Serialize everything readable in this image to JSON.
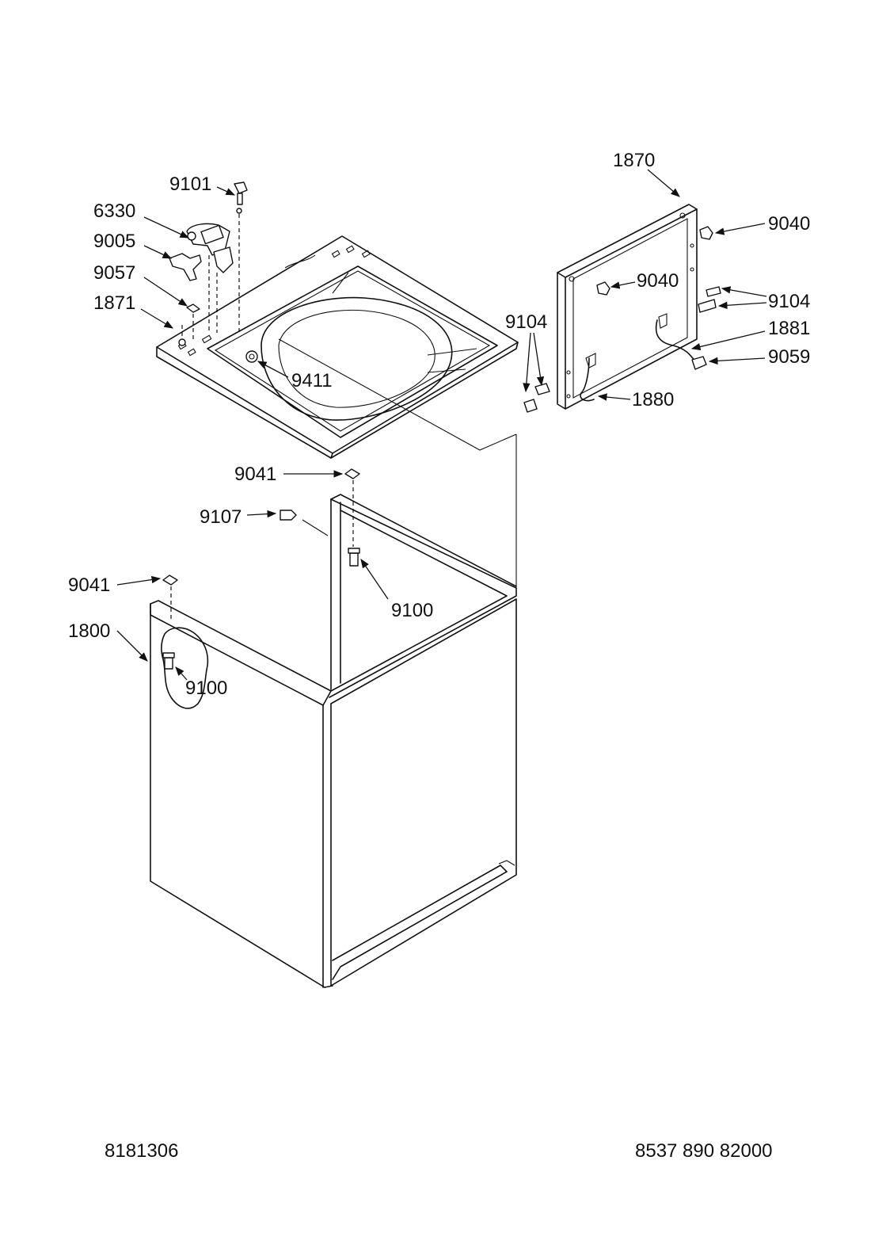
{
  "labels": {
    "l1870": "1870",
    "l9101": "9101",
    "l6330": "6330",
    "l9005": "9005",
    "l9057": "9057",
    "l1871": "1871",
    "l9040a": "9040",
    "l9040b": "9040",
    "l9104a": "9104",
    "l9104b": "9104",
    "l1881": "1881",
    "l9059": "9059",
    "l9411": "9411",
    "l1880": "1880",
    "l9041a": "9041",
    "l9107": "9107",
    "l9041b": "9041",
    "l9100a": "9100",
    "l1800": "1800",
    "l9100b": "9100"
  },
  "footer": {
    "left": "8181306",
    "right": "8537 890 82000"
  }
}
